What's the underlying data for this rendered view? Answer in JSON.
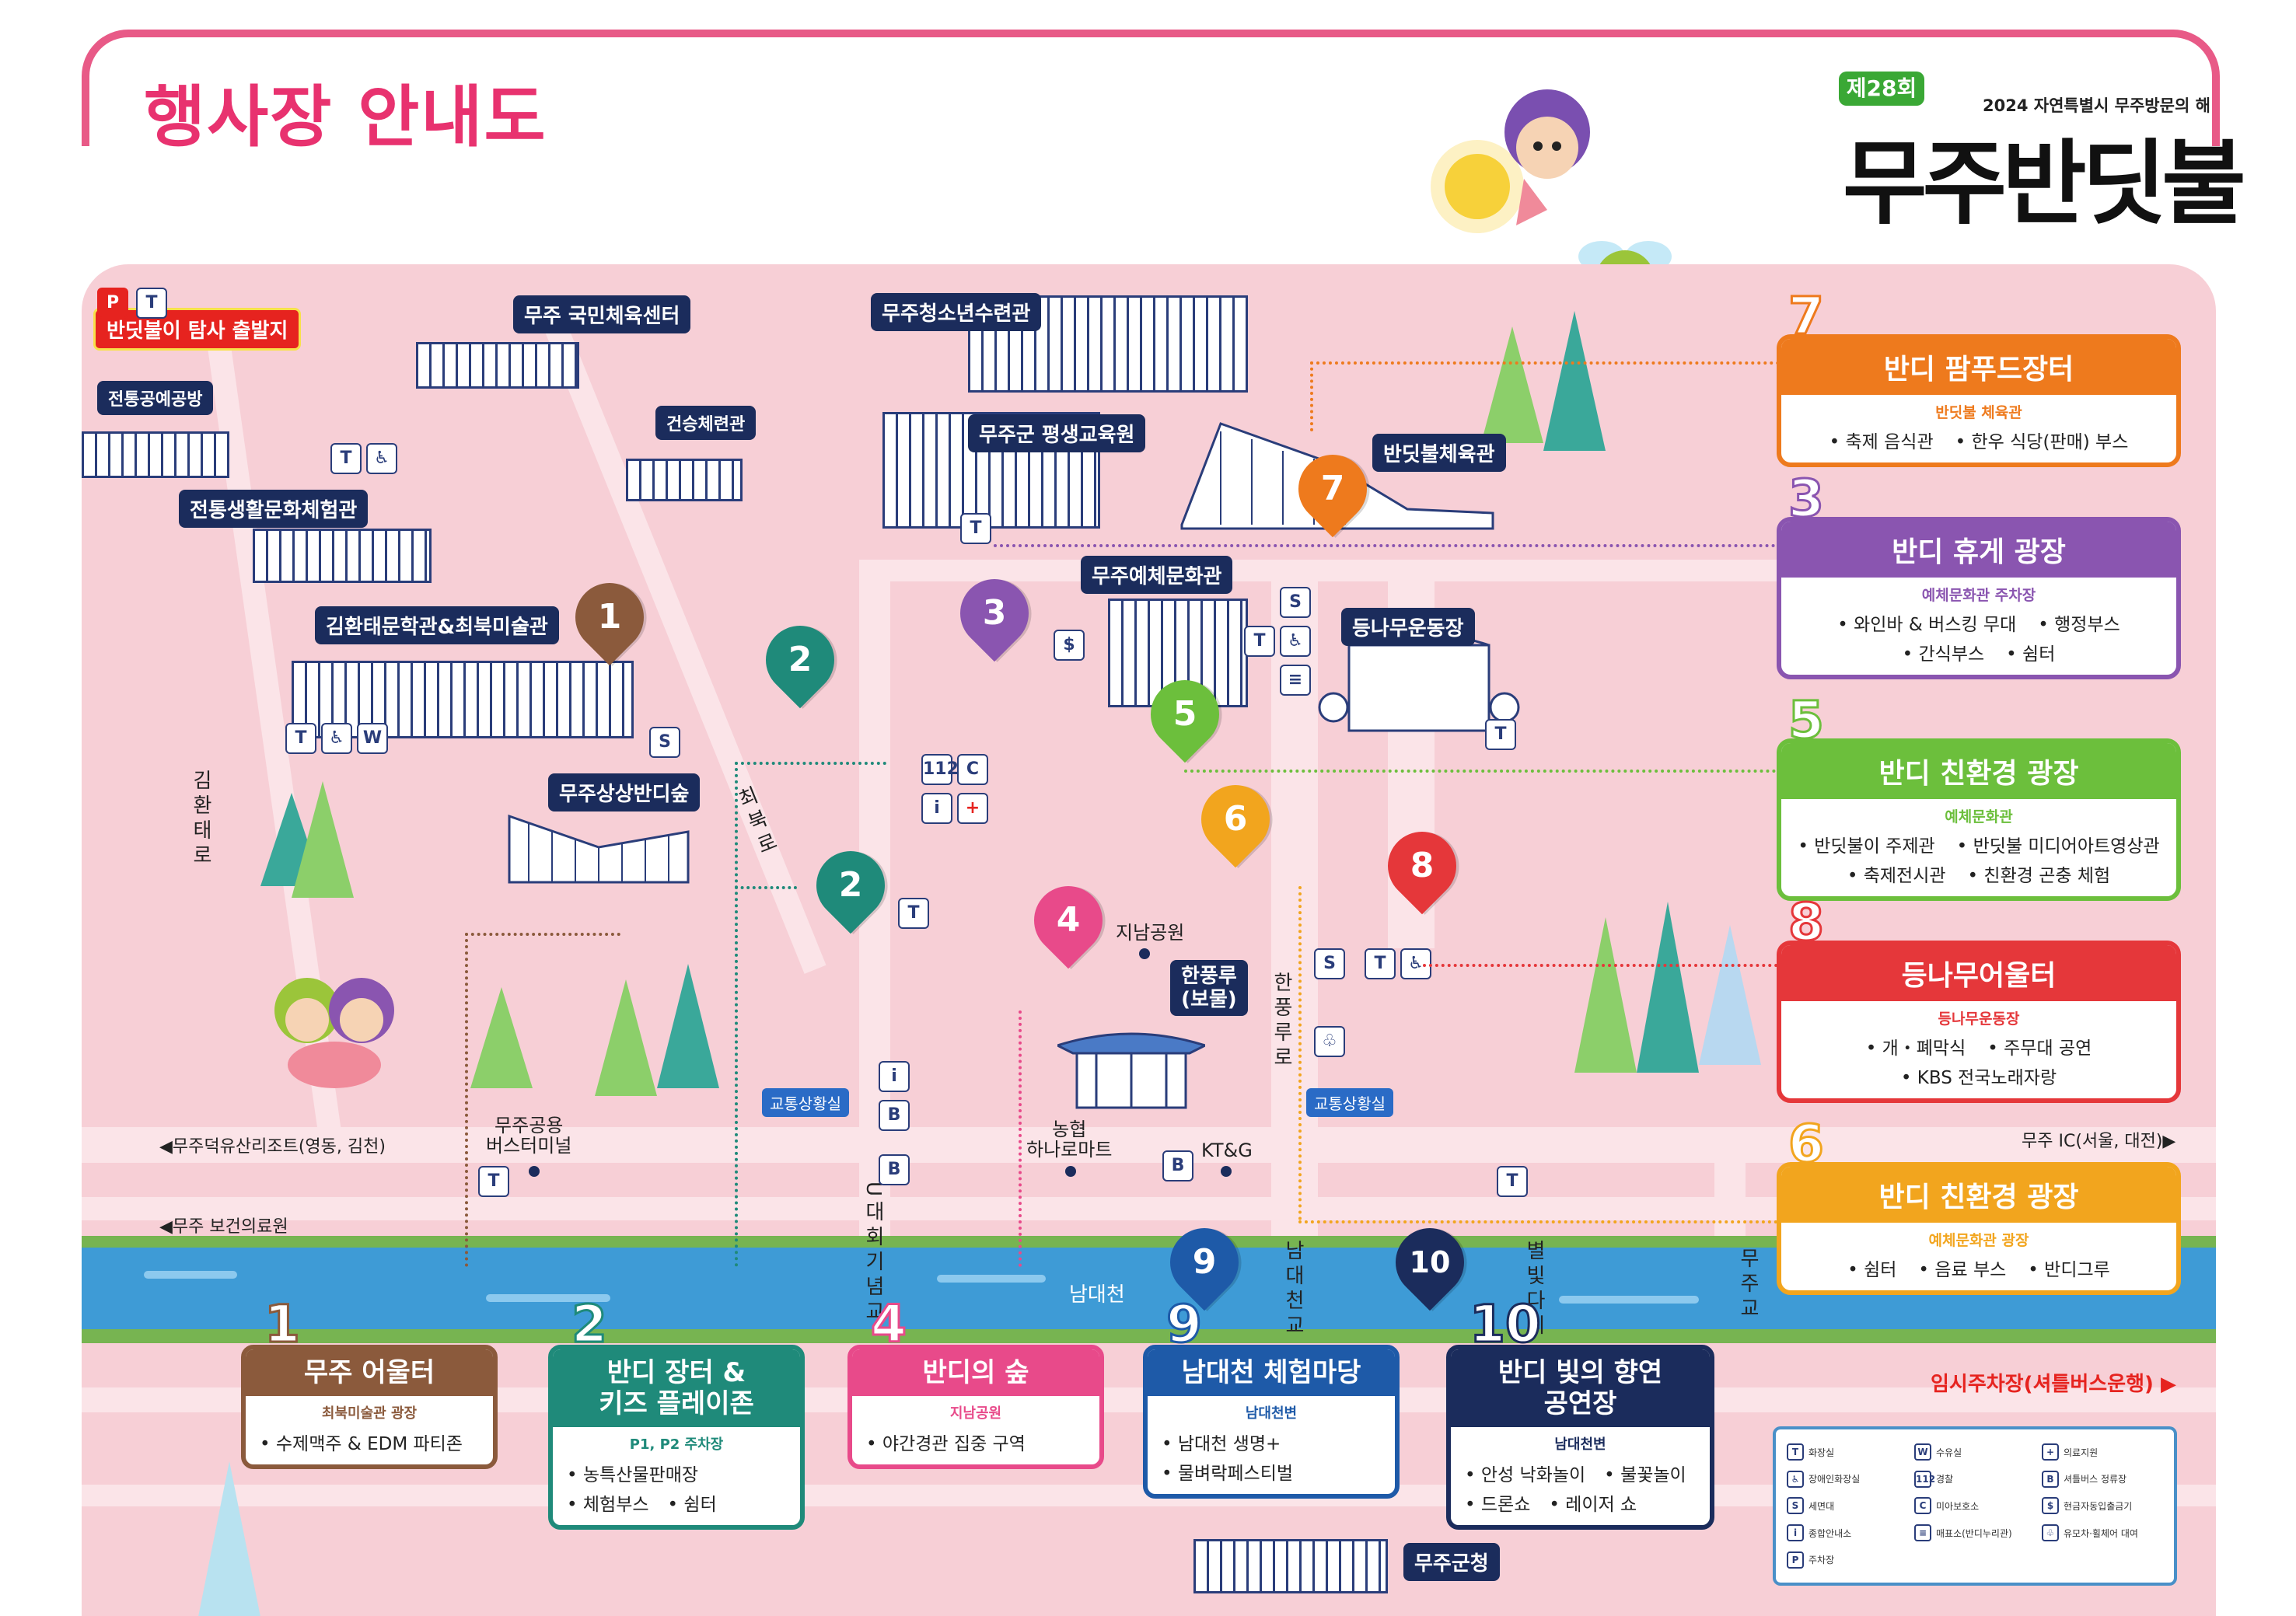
{
  "header": {
    "title": "행사장 안내도",
    "logo_edition": "제28회",
    "logo_subtitle": "2024 자연특별시 무주방문의 해",
    "logo_main": "무주반딧불축제"
  },
  "buildings": {
    "start_point": "반딧불이 탐사 출발지",
    "traditional_craft": "전통공예공방",
    "sports_center": "무주 국민체육센터",
    "health_hall": "건승체련관",
    "youth_hall": "무주청소년수련관",
    "lifelong_edu": "무주군 평생교육원",
    "gym": "반딧불체육관",
    "culture_exp": "전통생활문화체험관",
    "art_museum": "김환태문학관&최북미술관",
    "arts_center": "무주예체문화관",
    "stadium": "등나무운동장",
    "forest": "무주상상반디숲",
    "pavilion": "한풍루\n(보물)",
    "county_office": "무주군청"
  },
  "streets": {
    "kimhwantae": "김환태로",
    "choibuk": "최북로",
    "hanpung": "한풍루로",
    "u_bridge": "U대회기념교",
    "namdae_bridge": "남대천교",
    "star_bridge": "별빛다리",
    "muju_bridge": "무주교",
    "river": "남대천"
  },
  "places": {
    "jinam_park": "지남공원",
    "nh": "농협\n하나로마트",
    "ktg": "KT&G",
    "terminal": "무주공용\n버스터미널",
    "traffic1": "교통상황실",
    "traffic2": "교통상황실",
    "dir_deogyu": "◀무주덕유산리조트(영동, 김천)",
    "dir_health": "◀무주 보건의료원",
    "dir_ic": "무주 IC(서울, 대전)▶"
  },
  "pins": {
    "p1": "1",
    "p2a": "2",
    "p2b": "2",
    "p3": "3",
    "p4": "4",
    "p5": "5",
    "p6": "6",
    "p7": "7",
    "p8": "8",
    "p9": "9",
    "p10": "10"
  },
  "colors": {
    "c1": "#8b5a3c",
    "c2": "#1f8a7a",
    "c3": "#8a55b0",
    "c4": "#e84a8a",
    "c5": "#6cbf3c",
    "c6": "#f2a51e",
    "c7": "#ee7a1d",
    "c8": "#e5373a",
    "c9": "#1e5aa8",
    "c10": "#1b2c5c"
  },
  "right_cards": [
    {
      "num": "7",
      "title": "반디 팜푸드장터",
      "sub": "반딧불 체육관",
      "items": [
        "축제 음식관",
        "한우 식당(판매) 부스"
      ]
    },
    {
      "num": "3",
      "title": "반디 휴게 광장",
      "sub": "예체문화관 주차장",
      "items": [
        "와인바 & 버스킹 무대",
        "행정부스",
        "간식부스",
        "쉼터"
      ]
    },
    {
      "num": "5",
      "title": "반디 친환경 광장",
      "sub": "예체문화관",
      "items": [
        "반딧불이 주제관",
        "반딧불 미디어아트영상관",
        "축제전시관",
        "친환경 곤충 체험"
      ]
    },
    {
      "num": "8",
      "title": "등나무어울터",
      "sub": "등나무운동장",
      "items": [
        "개・폐막식",
        "주무대 공연",
        "KBS 전국노래자랑"
      ]
    },
    {
      "num": "6",
      "title": "반디 친환경 광장",
      "sub": "예체문화관 광장",
      "items": [
        "쉼터",
        "음료 부스",
        "반디그루"
      ]
    }
  ],
  "bottom_cards": [
    {
      "num": "1",
      "title": "무주 어울터",
      "sub": "최북미술관 광장",
      "items": [
        "수제맥주 & EDM 파티존"
      ]
    },
    {
      "num": "2",
      "title": "반디 장터 &\n키즈 플레이존",
      "sub": "P1, P2 주차장",
      "items": [
        "농특산물판매장",
        "체험부스",
        "쉼터"
      ]
    },
    {
      "num": "4",
      "title": "반디의 숲",
      "sub": "지남공원",
      "items": [
        "야간경관 집중 구역"
      ]
    },
    {
      "num": "9",
      "title": "남대천 체험마당",
      "sub": "남대천변",
      "items": [
        "남대천 생명+",
        "물벼락페스티벌"
      ]
    },
    {
      "num": "10",
      "title": "반디 빛의 향연\n공연장",
      "sub": "남대천변",
      "items": [
        "안성 낙화놀이",
        "불꽃놀이",
        "드론쇼",
        "레이저 쇼"
      ]
    }
  ],
  "parking_note": "임시주차장(셔틀버스운행) ▶",
  "legend": [
    {
      "icon": "T",
      "label": "화장실"
    },
    {
      "icon": "W",
      "label": "수유실"
    },
    {
      "icon": "+",
      "label": "의료지원"
    },
    {
      "icon": "♿",
      "label": "장애인화장실"
    },
    {
      "icon": "112",
      "label": "경찰"
    },
    {
      "icon": "B",
      "label": "셔틀버스 정류장"
    },
    {
      "icon": "S",
      "label": "세면대"
    },
    {
      "icon": "C",
      "label": "미아보호소"
    },
    {
      "icon": "$",
      "label": "현금자동입출금기"
    },
    {
      "icon": "i",
      "label": "종합안내소"
    },
    {
      "icon": "≡",
      "label": "매표소(반디누리관)"
    },
    {
      "icon": "♧",
      "label": "유모차·휠체어 대여"
    },
    {
      "icon": "P",
      "label": "주차장"
    }
  ]
}
